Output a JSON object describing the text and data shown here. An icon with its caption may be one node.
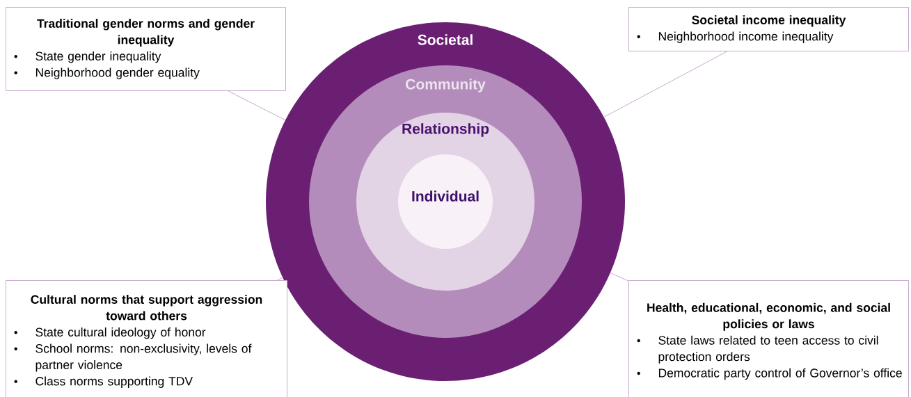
{
  "diagram": {
    "nodes": [
      {
        "text": [
          "Societal"
        ]
      },
      {
        "text": [
          "Community"
        ],
        "in": 0
      },
      {
        "text": [
          "Relationship"
        ],
        "in": 1
      },
      {
        "text": [
          "Individual"
        ],
        "in": 2
      },
      {
        "text": [
          "Traditional gender norms and gender inequality",
          "State gender inequality",
          "Neighborhood gender equality"
        ]
      },
      {
        "text": [
          "Societal income inequality",
          "Neighborhood income inequality"
        ]
      },
      {
        "text": [
          "Cultural norms that support aggression toward others",
          "State cultural ideology of honor",
          "School norms: non-exclusivity, levels of partner violence",
          "Class norms supporting TDV"
        ]
      },
      {
        "text": [
          "Health, educational, economic, and social policies or laws",
          "State laws related to teen access to civil protection orders",
          "Democratic party control of Governor’s office"
        ]
      }
    ],
    "edges": [
      {
        "from": 4,
        "to": 0,
        "arrow": "none"
      },
      {
        "from": 5,
        "to": 0,
        "arrow": "none"
      },
      {
        "from": 6,
        "to": 0,
        "arrow": "none"
      },
      {
        "from": 7,
        "to": 0,
        "arrow": "none"
      }
    ]
  }
}
